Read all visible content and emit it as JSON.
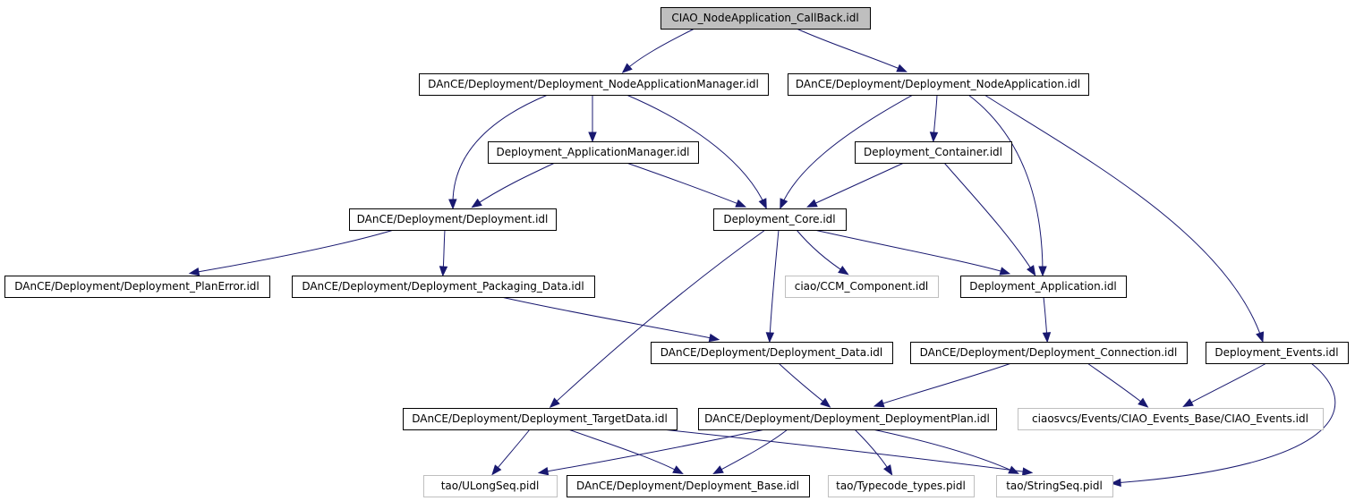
{
  "diagram": {
    "type": "include-dependency-graph",
    "colors": {
      "edge": "#191970",
      "node_border": "#000000",
      "node_border_undocumented": "#bfbfbf",
      "root_fill": "#bfbfbf",
      "node_fill": "#ffffff"
    },
    "nodes": [
      {
        "id": "callback",
        "label": "CIAO_NodeApplication_CallBack.idl",
        "root": true
      },
      {
        "id": "nam",
        "label": "DAnCE/Deployment/Deployment_NodeApplicationManager.idl"
      },
      {
        "id": "na",
        "label": "DAnCE/Deployment/Deployment_NodeApplication.idl"
      },
      {
        "id": "am",
        "label": "Deployment_ApplicationManager.idl"
      },
      {
        "id": "container",
        "label": "Deployment_Container.idl"
      },
      {
        "id": "deployment",
        "label": "DAnCE/Deployment/Deployment.idl"
      },
      {
        "id": "core",
        "label": "Deployment_Core.idl"
      },
      {
        "id": "planerror",
        "label": "DAnCE/Deployment/Deployment_PlanError.idl"
      },
      {
        "id": "packaging",
        "label": "DAnCE/Deployment/Deployment_Packaging_Data.idl"
      },
      {
        "id": "ccm",
        "label": "ciao/CCM_Component.idl",
        "undocumented": true
      },
      {
        "id": "application",
        "label": "Deployment_Application.idl"
      },
      {
        "id": "data",
        "label": "DAnCE/Deployment/Deployment_Data.idl"
      },
      {
        "id": "connection",
        "label": "DAnCE/Deployment/Deployment_Connection.idl"
      },
      {
        "id": "events",
        "label": "Deployment_Events.idl"
      },
      {
        "id": "targetdata",
        "label": "DAnCE/Deployment/Deployment_TargetData.idl"
      },
      {
        "id": "plan",
        "label": "DAnCE/Deployment/Deployment_DeploymentPlan.idl"
      },
      {
        "id": "ciaoevents",
        "label": "ciaosvcs/Events/CIAO_Events_Base/CIAO_Events.idl",
        "undocumented": true
      },
      {
        "id": "ulong",
        "label": "tao/ULongSeq.pidl",
        "undocumented": true
      },
      {
        "id": "base",
        "label": "DAnCE/Deployment/Deployment_Base.idl"
      },
      {
        "id": "typecode",
        "label": "tao/Typecode_types.pidl",
        "undocumented": true
      },
      {
        "id": "stringseq",
        "label": "tao/StringSeq.pidl",
        "undocumented": true
      }
    ],
    "edges": [
      {
        "from": "callback",
        "to": "nam"
      },
      {
        "from": "callback",
        "to": "na"
      },
      {
        "from": "nam",
        "to": "am"
      },
      {
        "from": "nam",
        "to": "deployment"
      },
      {
        "from": "nam",
        "to": "core"
      },
      {
        "from": "na",
        "to": "container"
      },
      {
        "from": "na",
        "to": "core"
      },
      {
        "from": "na",
        "to": "application"
      },
      {
        "from": "na",
        "to": "events"
      },
      {
        "from": "am",
        "to": "deployment"
      },
      {
        "from": "am",
        "to": "core"
      },
      {
        "from": "container",
        "to": "core"
      },
      {
        "from": "container",
        "to": "application"
      },
      {
        "from": "deployment",
        "to": "planerror"
      },
      {
        "from": "deployment",
        "to": "packaging"
      },
      {
        "from": "core",
        "to": "ccm"
      },
      {
        "from": "core",
        "to": "application"
      },
      {
        "from": "core",
        "to": "data"
      },
      {
        "from": "core",
        "to": "targetdata"
      },
      {
        "from": "packaging",
        "to": "data"
      },
      {
        "from": "application",
        "to": "connection"
      },
      {
        "from": "data",
        "to": "plan"
      },
      {
        "from": "connection",
        "to": "plan"
      },
      {
        "from": "connection",
        "to": "ciaoevents"
      },
      {
        "from": "events",
        "to": "ciaoevents"
      },
      {
        "from": "events",
        "to": "stringseq"
      },
      {
        "from": "targetdata",
        "to": "ulong"
      },
      {
        "from": "targetdata",
        "to": "base"
      },
      {
        "from": "targetdata",
        "to": "stringseq"
      },
      {
        "from": "plan",
        "to": "ulong"
      },
      {
        "from": "plan",
        "to": "base"
      },
      {
        "from": "plan",
        "to": "typecode"
      },
      {
        "from": "plan",
        "to": "stringseq"
      }
    ]
  }
}
